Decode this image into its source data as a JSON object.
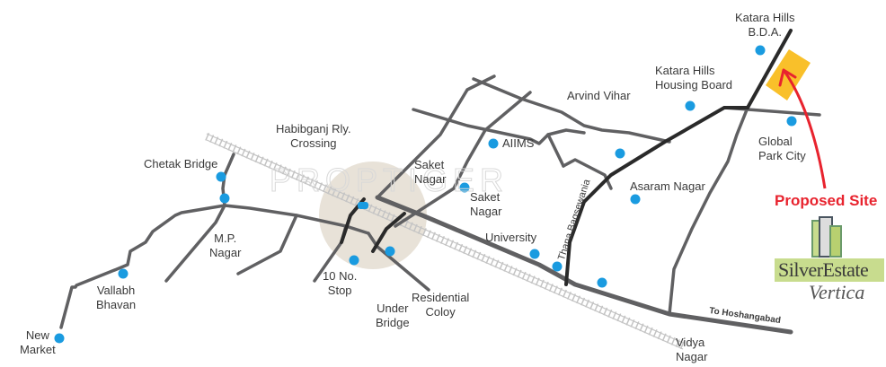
{
  "map": {
    "watermark": "PROPTIGER",
    "colors": {
      "road": "#606062",
      "major_road": "#2a2a2a",
      "railway": "#bdbdbd",
      "poi": "#1a9be0",
      "proposed_site": "#f9c02a",
      "arrow": "#e8232e",
      "highlight_circle": "#e8e2d8"
    },
    "labels": [
      {
        "id": "katara-hills-bda",
        "text_line1": "Katara Hills",
        "text_line2": "B.D.A."
      },
      {
        "id": "katara-hills-housing-board",
        "text_line1": "Katara Hills",
        "text_line2": "Housing Board"
      },
      {
        "id": "arvind-vihar",
        "text_line1": "Arvind Vihar"
      },
      {
        "id": "habibganj-rly-crossing",
        "text_line1": "Habibganj Rly.",
        "text_line2": "Crossing"
      },
      {
        "id": "chetak-bridge",
        "text_line1": "Chetak Bridge"
      },
      {
        "id": "aiims",
        "text_line1": "AIIMS"
      },
      {
        "id": "saket-nagar-1",
        "text_line1": "Saket",
        "text_line2": "Nagar"
      },
      {
        "id": "saket-nagar-2",
        "text_line1": "Saket",
        "text_line2": "Nagar"
      },
      {
        "id": "global-park-city",
        "text_line1": "Global",
        "text_line2": "Park City"
      },
      {
        "id": "asaram-nagar",
        "text_line1": "Asaram Nagar"
      },
      {
        "id": "mp-nagar",
        "text_line1": "M.P.",
        "text_line2": "Nagar"
      },
      {
        "id": "university",
        "text_line1": "University"
      },
      {
        "id": "thana-bagsewania",
        "text_line1": "Thana Bagsewania"
      },
      {
        "id": "vallabh-bhavan",
        "text_line1": "Vallabh",
        "text_line2": "Bhavan"
      },
      {
        "id": "10-no-stop",
        "text_line1": "10 No.",
        "text_line2": "Stop"
      },
      {
        "id": "under-bridge",
        "text_line1": "Under",
        "text_line2": "Bridge"
      },
      {
        "id": "residential-coloy",
        "text_line1": "Residential",
        "text_line2": "Coloy"
      },
      {
        "id": "new-market",
        "text_line1": "New",
        "text_line2": "Market"
      },
      {
        "id": "vidya-nagar",
        "text_line1": "Vidya",
        "text_line2": "Nagar"
      },
      {
        "id": "to-hoshangabad",
        "text_line1": "To Hoshangabad"
      }
    ],
    "proposed_site_label": "Proposed Site",
    "brand": {
      "name": "SilverEstate",
      "subtitle": "Vertica"
    }
  }
}
